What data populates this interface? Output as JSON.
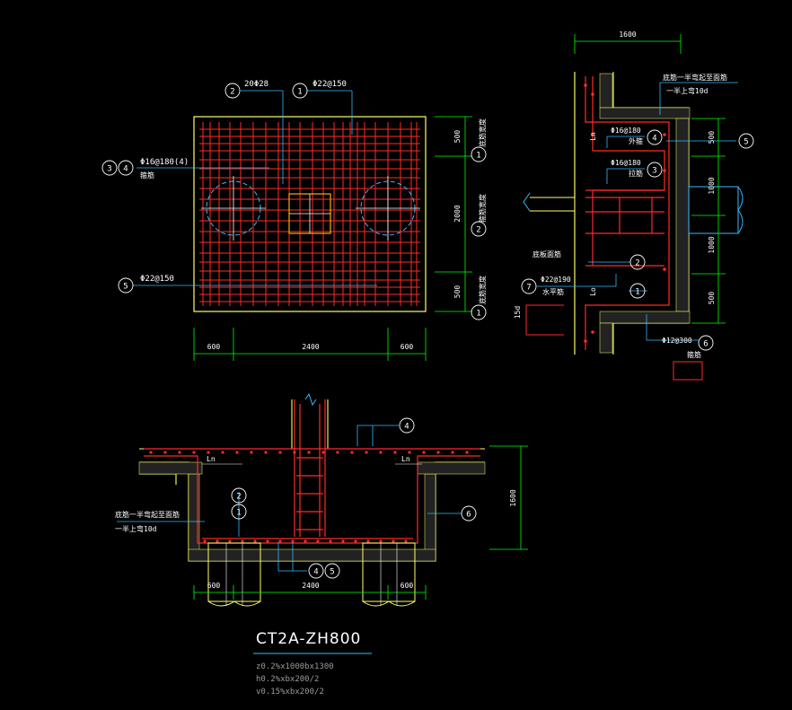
{
  "title": "CT2A-ZH800",
  "notes": [
    "z0.2%x1000bx1300",
    "h0.2%xbx200/2",
    "v0.15%xbx200/2"
  ],
  "colors": {
    "background": "#000000",
    "rebar": "#ff2a2a",
    "outline": "#ffff66",
    "leader": "#33bbff",
    "dimension": "#00ff00",
    "text": "#ffffff",
    "pile": "#33bbff"
  },
  "plan": {
    "callout_2_num": "2",
    "callout_2_text": "20Φ28",
    "callout_1_num": "1",
    "callout_1_text": "Φ22@150",
    "callout_34_num_a": "3",
    "callout_34_num_b": "4",
    "callout_34_text": "Φ16@180(4)",
    "callout_34_sub": "箍筋",
    "callout_5_num": "5",
    "callout_5_text": "Φ22@150",
    "dim_bottom": [
      "600",
      "2400",
      "600"
    ],
    "dim_right": [
      "500",
      "2000",
      "500"
    ],
    "side_labels": [
      "底筋宽度",
      "箍筋宽度",
      "底筋宽度"
    ],
    "side_nums": [
      "1",
      "2",
      "1"
    ]
  },
  "section_right": {
    "dim_top": "1600",
    "note_top_1": "底筋一半弯起至面筋",
    "note_top_2": "一半上弯10d",
    "ln_top": "Ln",
    "ln_bottom": "Lo",
    "label_4_text": "Φ16@180",
    "label_4_sub": "外箍",
    "label_4_num": "4",
    "label_5_num": "5",
    "label_3_text": "Φ16@180",
    "label_3_sub": "拉筋",
    "label_3_num": "3",
    "label_2_text": "底板面筋",
    "label_2_num": "2",
    "label_7_text": "Φ22@190",
    "label_7_sub": "水平筋",
    "label_7_num": "7",
    "label_1_num": "1",
    "label_6_text": "Φ12@300",
    "label_6_num": "6",
    "label_6_sub": "箍筋",
    "dim_15d": "15d",
    "dim_right": [
      "500",
      "1000",
      "1000",
      "500"
    ]
  },
  "section_bottom": {
    "num_4": "4",
    "num_2": "2",
    "num_1": "1",
    "num_6": "6",
    "num_4b": "4",
    "num_5b": "5",
    "ln_left": "Ln",
    "ln_right": "Ln",
    "note_1": "底筋一半弯起至面筋",
    "note_2": "一半上弯10d",
    "dim_bottom": [
      "600",
      "2400",
      "600"
    ],
    "dim_right": "1600"
  }
}
